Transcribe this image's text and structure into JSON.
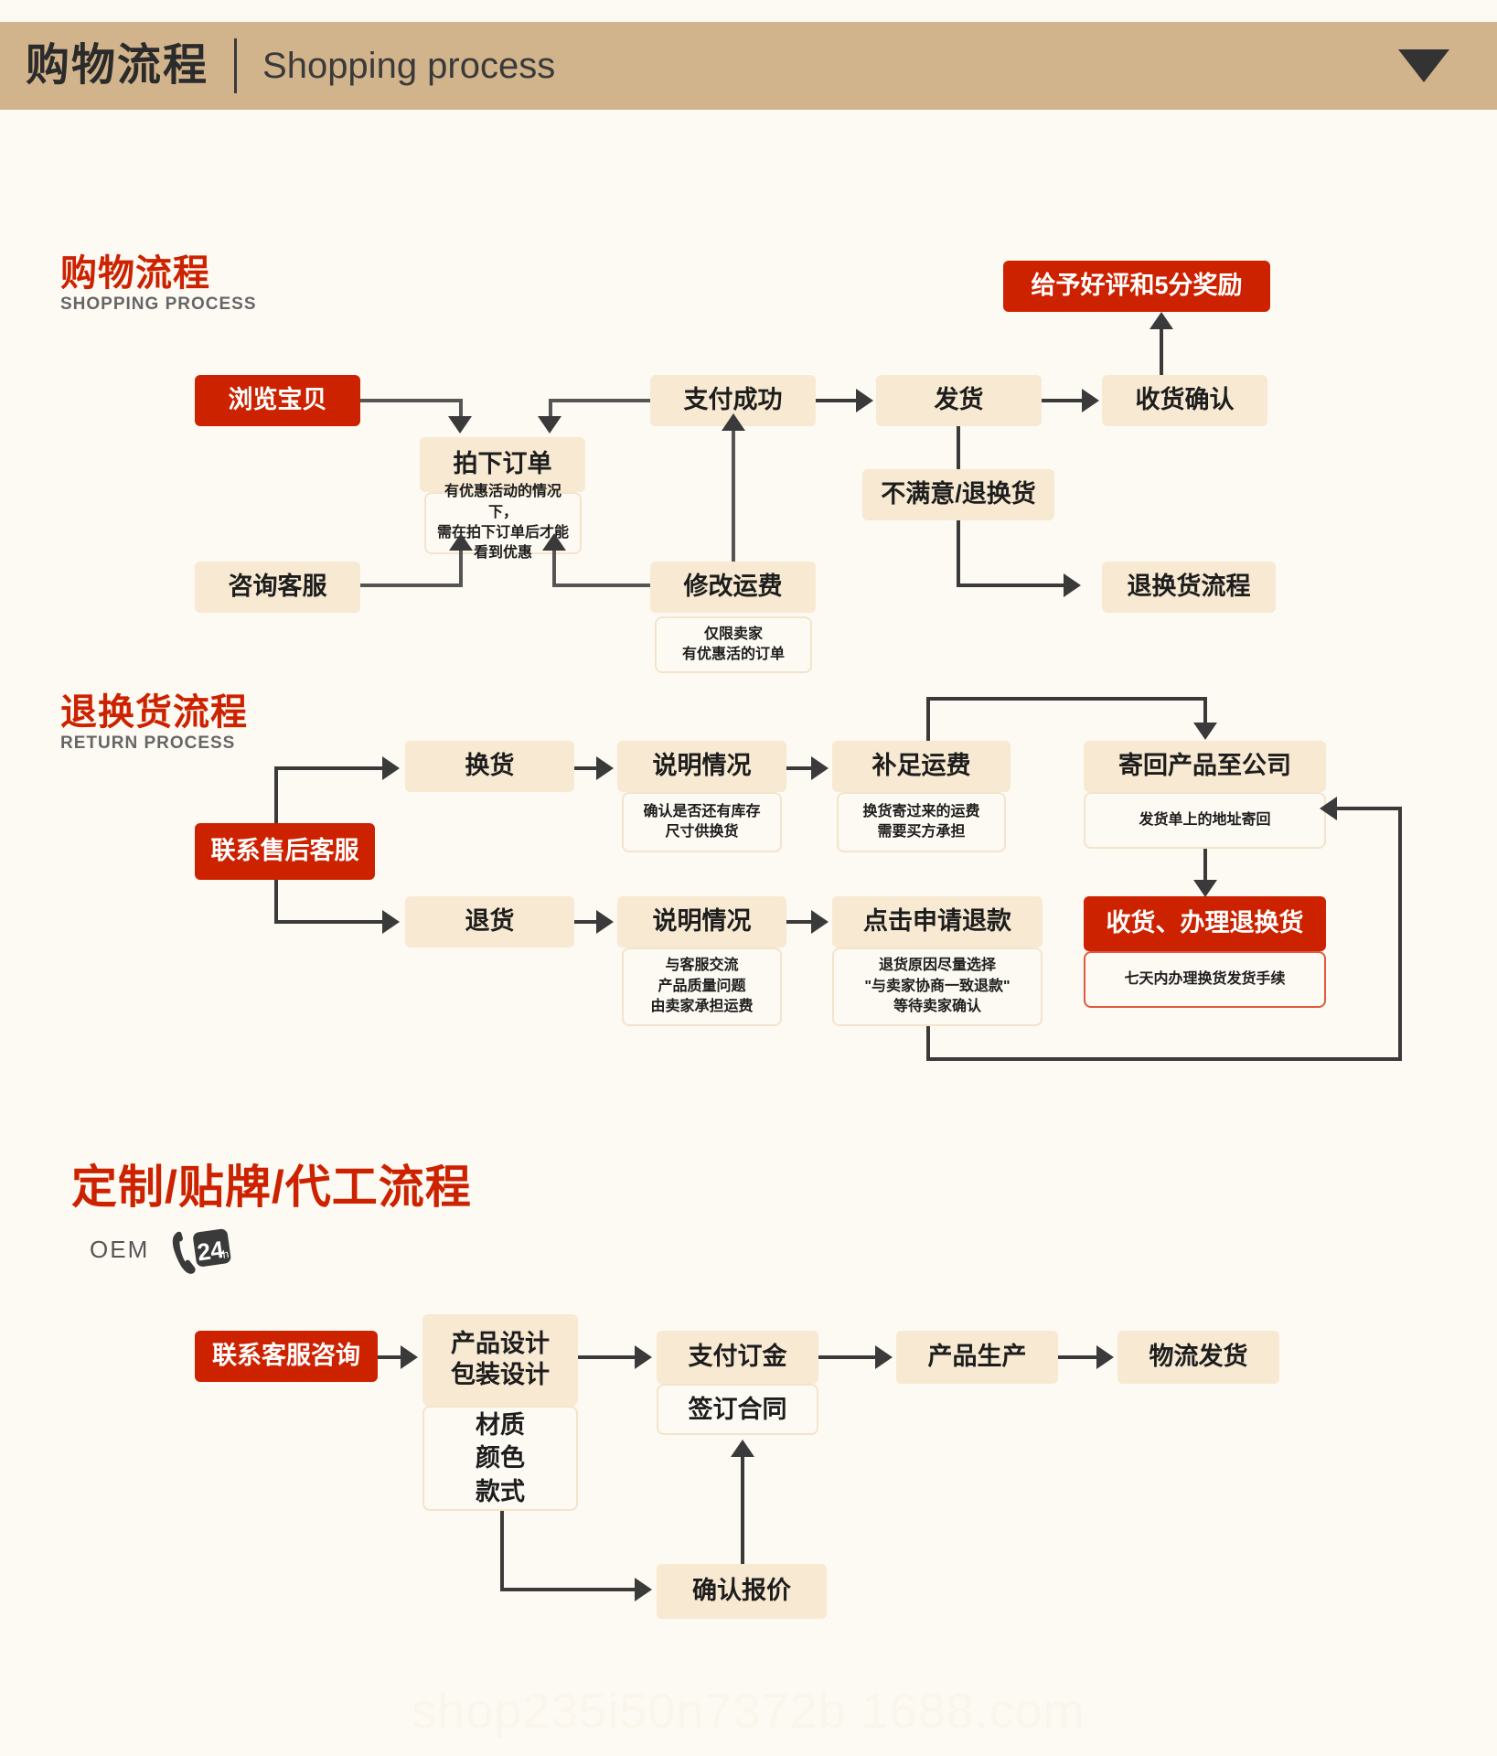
{
  "header": {
    "title_cn": "购物流程",
    "title_en": "Shopping process",
    "caret": "▼"
  },
  "colors": {
    "header_bg": "#d2b48c",
    "accent_red": "#cc2200",
    "box_bg": "#f5e3c8",
    "note_bg": "#fdfaf3",
    "page_bg": "#fdfaf3"
  },
  "sections": [
    {
      "id": "shopping",
      "title_cn": "购物流程",
      "title_en": "SHOPPING PROCESS",
      "nodes": [
        {
          "id": "browse",
          "label": "浏览宝贝",
          "style": "red"
        },
        {
          "id": "place-order",
          "label": "拍下订单",
          "style": "tan",
          "note": "有优惠活动的情况下，\n需在拍下订单后才能\n看到优惠"
        },
        {
          "id": "pay-success",
          "label": "支付成功",
          "style": "tan"
        },
        {
          "id": "ship",
          "label": "发货",
          "style": "tan"
        },
        {
          "id": "confirm",
          "label": "收货确认",
          "style": "tan"
        },
        {
          "id": "reward",
          "label": "给予好评和5分奖励",
          "style": "red"
        },
        {
          "id": "contact-cs",
          "label": "咨询客服",
          "style": "tan"
        },
        {
          "id": "modify-fee",
          "label": "修改运费",
          "style": "tan",
          "note": "仅限卖家\n有优惠活的订单"
        },
        {
          "id": "unsatisfied",
          "label": "不满意/退换货",
          "style": "tan"
        },
        {
          "id": "return-flow",
          "label": "退换货流程",
          "style": "tan"
        }
      ]
    },
    {
      "id": "return",
      "title_cn": "退换货流程",
      "title_en": "RETURN PROCESS",
      "nodes": [
        {
          "id": "contact-after-sales",
          "label": "联系售后客服",
          "style": "red"
        },
        {
          "id": "exchange",
          "label": "换货",
          "style": "tan"
        },
        {
          "id": "explain-1",
          "label": "说明情况",
          "style": "tan",
          "note": "确认是否还有库存\n尺寸供换货"
        },
        {
          "id": "pay-freight",
          "label": "补足运费",
          "style": "tan",
          "note": "换货寄过来的运费\n需要买方承担"
        },
        {
          "id": "send-back",
          "label": "寄回产品至公司",
          "style": "tan",
          "note": "发货单上的地址寄回"
        },
        {
          "id": "refund",
          "label": "退货",
          "style": "tan"
        },
        {
          "id": "explain-2",
          "label": "说明情况",
          "style": "tan",
          "note": "与客服交流\n产品质量问题\n由卖家承担运费"
        },
        {
          "id": "apply-refund",
          "label": "点击申请退款",
          "style": "tan",
          "note": "退货原因尽量选择\n\"与卖家协商一致退款\"\n等待卖家确认"
        },
        {
          "id": "receive-process",
          "label": "收货、办理退换货",
          "style": "red",
          "note": "七天内办理换货发货手续"
        }
      ]
    },
    {
      "id": "oem",
      "title_cn": "定制/贴牌/代工流程",
      "title_en": "OEM",
      "badge": "24h",
      "nodes": [
        {
          "id": "contact-cs-oem",
          "label": "联系客服咨询",
          "style": "red"
        },
        {
          "id": "design",
          "label": "产品设计\n包装设计",
          "style": "tan",
          "note": "材质\n颜色\n款式"
        },
        {
          "id": "deposit",
          "label": "支付订金",
          "style": "tan",
          "note": "签订合同"
        },
        {
          "id": "produce",
          "label": "产品生产",
          "style": "tan"
        },
        {
          "id": "logistics",
          "label": "物流发货",
          "style": "tan"
        },
        {
          "id": "quote",
          "label": "确认报价",
          "style": "tan"
        }
      ]
    }
  ],
  "watermark": "shop235i50n7372b  1688.com"
}
